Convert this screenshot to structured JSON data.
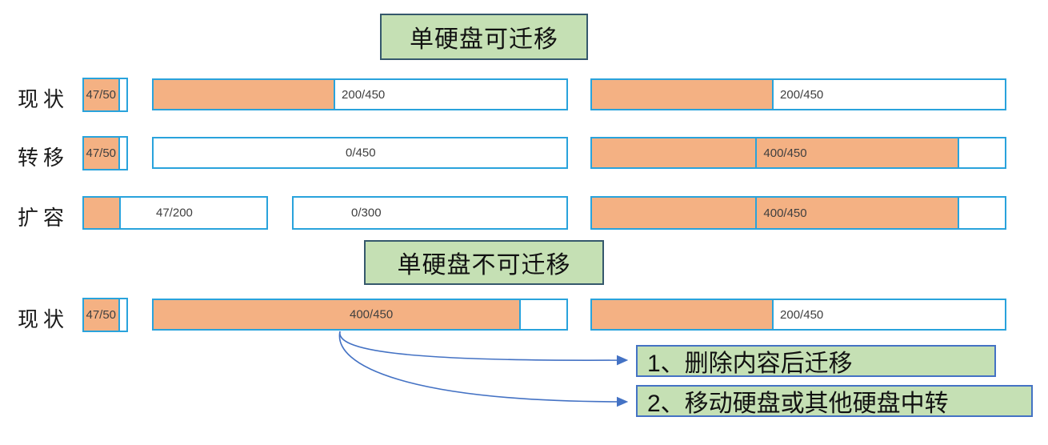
{
  "titles": {
    "migratable": "单硬盘可迁移",
    "not_migratable": "单硬盘不可迁移"
  },
  "colors": {
    "bar_border": "#29a3dc",
    "bar_fill": "#f4b183",
    "box_fill": "#c5e0b4",
    "title_border": "#35586c",
    "note_border": "#4472c4",
    "arrow": "#4472c4"
  },
  "rows": [
    {
      "label": "现状",
      "bars": [
        {
          "value": "47/50"
        },
        {
          "value": "200/450"
        },
        {
          "value": "200/450"
        }
      ]
    },
    {
      "label": "转移",
      "bars": [
        {
          "value": "47/50"
        },
        {
          "value": "0/450"
        },
        {
          "value": "400/450"
        }
      ]
    },
    {
      "label": "扩容",
      "bars": [
        {
          "value": "47/200"
        },
        {
          "value": "0/300"
        },
        {
          "value": "400/450"
        }
      ]
    },
    {
      "label": "现状",
      "bars": [
        {
          "value": "47/50"
        },
        {
          "value": "400/450"
        },
        {
          "value": "200/450"
        }
      ]
    }
  ],
  "notes": [
    {
      "text": "1、删除内容后迁移"
    },
    {
      "text": "2、移动硬盘或其他硬盘中转"
    }
  ]
}
